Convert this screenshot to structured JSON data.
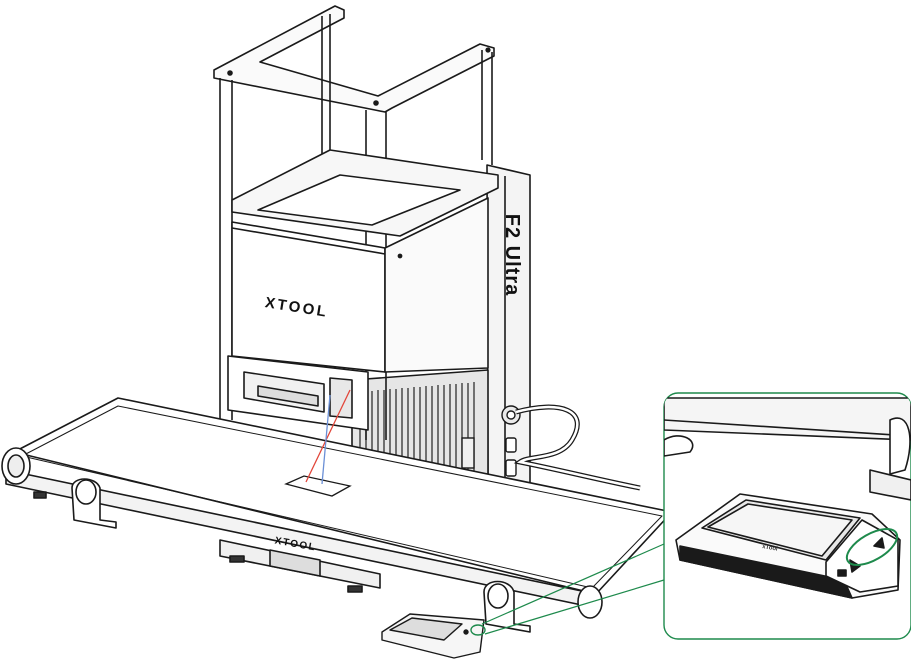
{
  "illustration": {
    "device_logo": "XTOOL",
    "model_badge": "F2 Ultra",
    "conveyor_logo": "XTOOL",
    "remote_brand": "xTool"
  },
  "colors": {
    "outline": "#1a1a1a",
    "laser_red": "#e2463a",
    "laser_blue": "#6a8fd6",
    "callout_green": "#1e8a4c"
  }
}
